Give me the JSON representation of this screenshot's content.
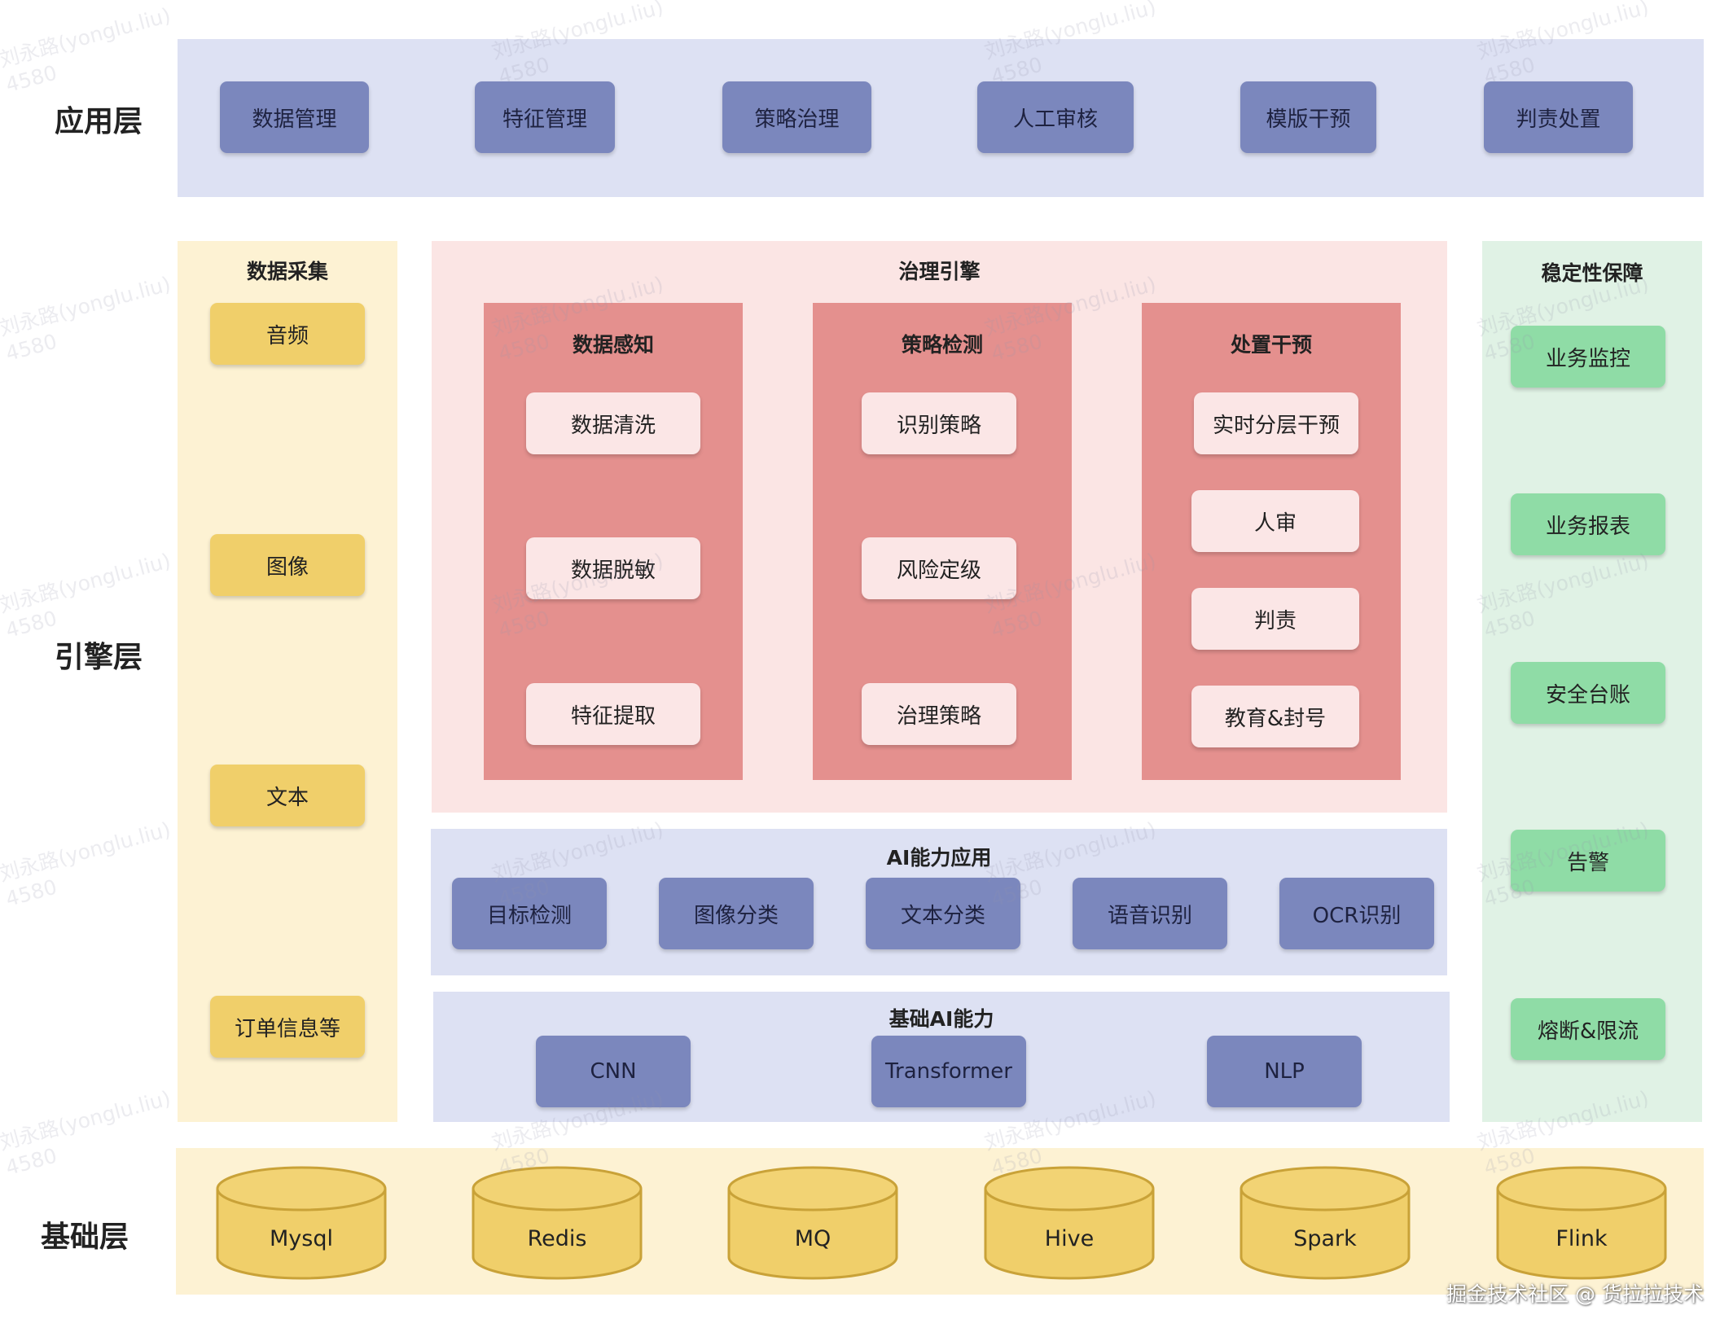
{
  "layers": {
    "application": "应用层",
    "engine": "引擎层",
    "base": "基础层"
  },
  "application_items": [
    "数据管理",
    "特征管理",
    "策略治理",
    "人工审核",
    "模版干预",
    "判责处置"
  ],
  "data_collection": {
    "title": "数据采集",
    "items": [
      "音频",
      "图像",
      "文本",
      "订单信息等"
    ]
  },
  "governance_engine": {
    "title": "治理引擎",
    "columns": [
      {
        "title": "数据感知",
        "items": [
          "数据清洗",
          "数据脱敏",
          "特征提取"
        ]
      },
      {
        "title": "策略检测",
        "items": [
          "识别策略",
          "风险定级",
          "治理策略"
        ]
      },
      {
        "title": "处置干预",
        "items": [
          "实时分层干预",
          "人审",
          "判责",
          "教育&封号"
        ]
      }
    ]
  },
  "ai_application": {
    "title": "AI能力应用",
    "items": [
      "目标检测",
      "图像分类",
      "文本分类",
      "语音识别",
      "OCR识别"
    ]
  },
  "base_ai": {
    "title": "基础AI能力",
    "items": [
      "CNN",
      "Transformer",
      "NLP"
    ]
  },
  "stability": {
    "title": "稳定性保障",
    "items": [
      "业务监控",
      "业务报表",
      "安全台账",
      "告警",
      "熔断&限流"
    ]
  },
  "infrastructure": [
    "Mysql",
    "Redis",
    "MQ",
    "Hive",
    "Spark",
    "Flink"
  ],
  "watermark_text": "刘永路(yonglu.liu)\n4580",
  "credit": "掘金技术社区 @ 货拉拉技术",
  "colors": {
    "band_blue": "#dde1f3",
    "band_yellow": "#fdf2d3",
    "band_pink": "#fbe5e4",
    "band_green": "#e0f2e5",
    "chip_blue": "#7b87bd",
    "chip_yellow": "#f0cf6a",
    "chip_green": "#8fdca6",
    "column_red": "#e4908e"
  }
}
